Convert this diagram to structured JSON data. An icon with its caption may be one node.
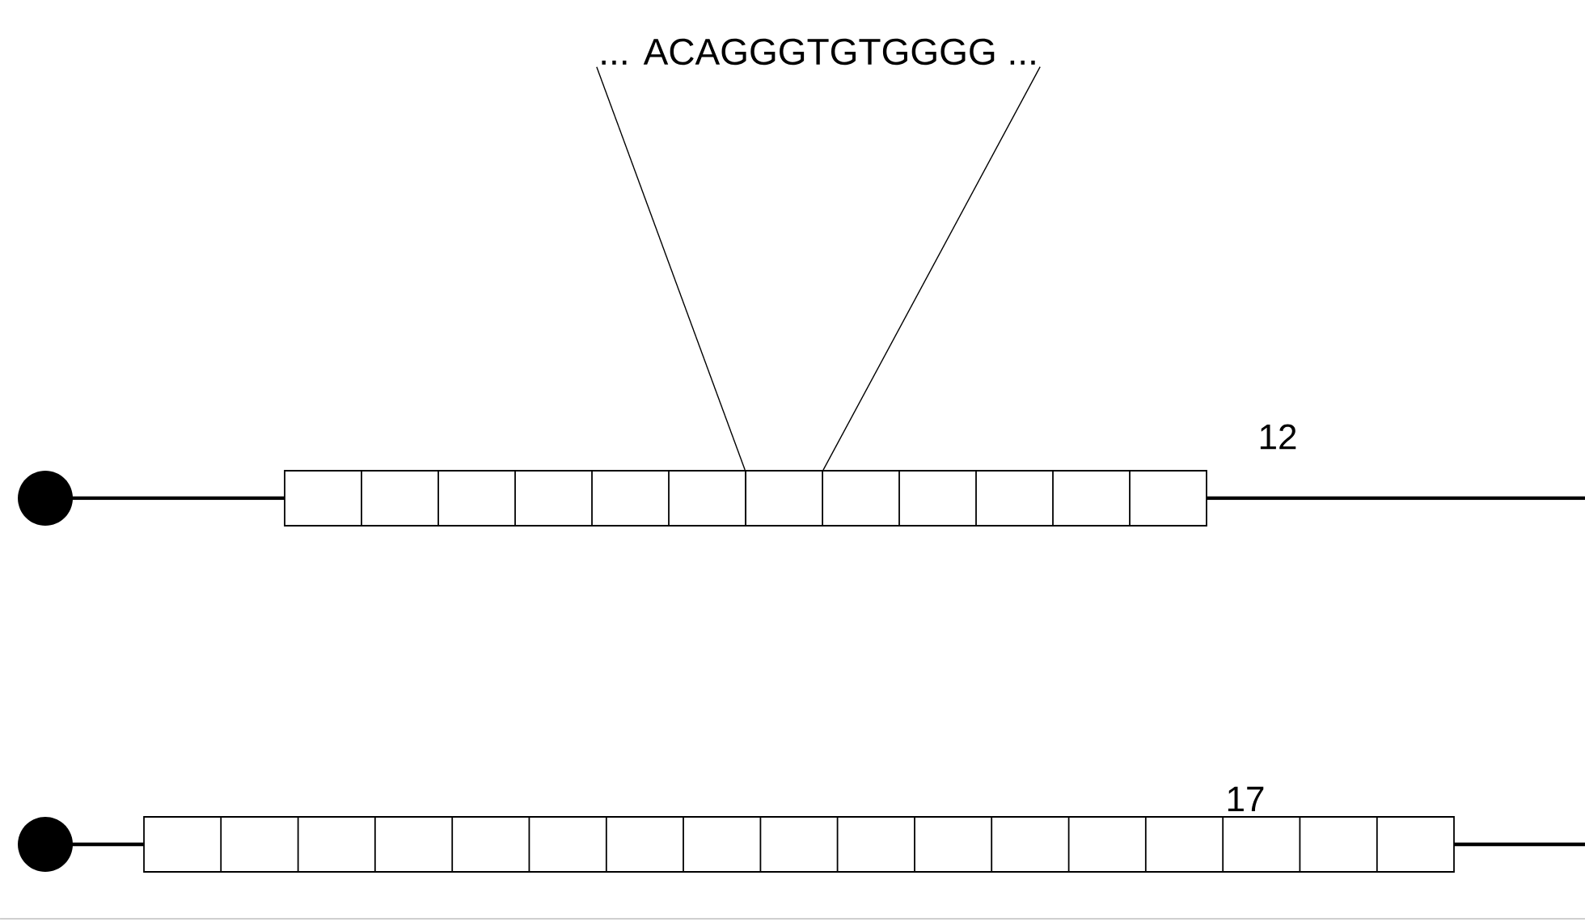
{
  "diagram": {
    "nodes": [
      {
        "text": [
          "... ACAGGGTGTGGGG ..."
        ]
      },
      {
        "text": [],
        "shape": "box"
      }
    ],
    "edges": [
      {
        "from": 0,
        "to": 1,
        "arrow": "none"
      },
      {
        "from": 0,
        "to": 1,
        "arrow": "none"
      }
    ],
    "labels": [
      "12",
      "17"
    ]
  }
}
